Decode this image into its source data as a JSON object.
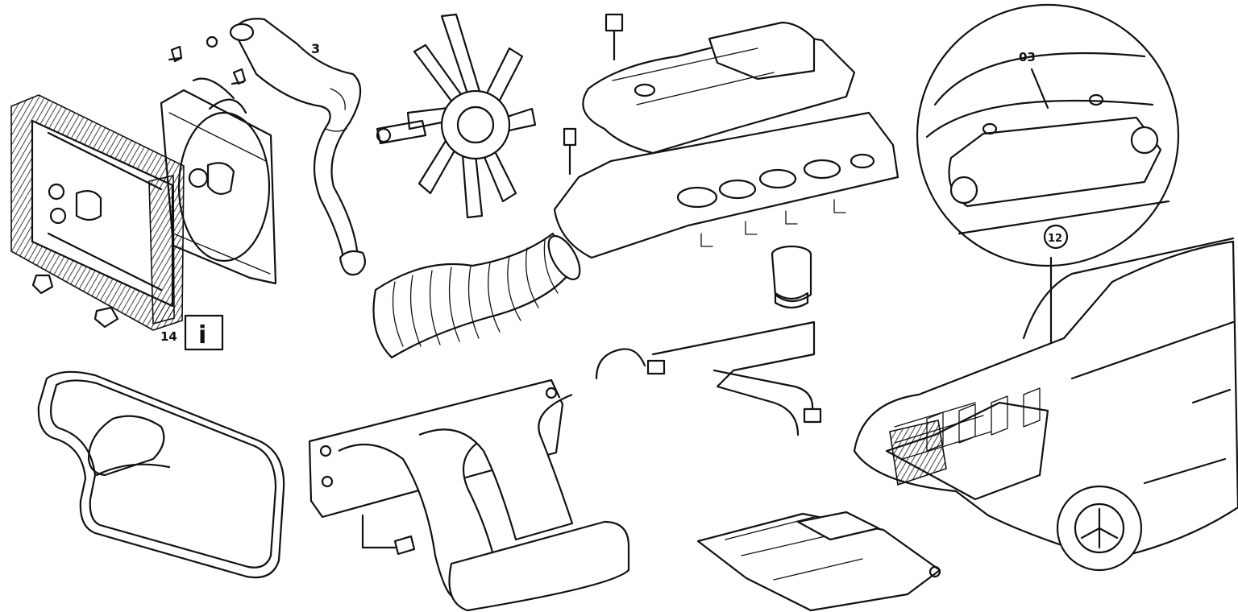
{
  "labels": {
    "hose_number": "3",
    "info_number": "14",
    "info_symbol": "i",
    "callout_top": "03",
    "callout_badge": "12"
  },
  "icons": {
    "info": "info-icon"
  },
  "colors": {
    "line": "#111111",
    "paper": "#ffffff"
  }
}
